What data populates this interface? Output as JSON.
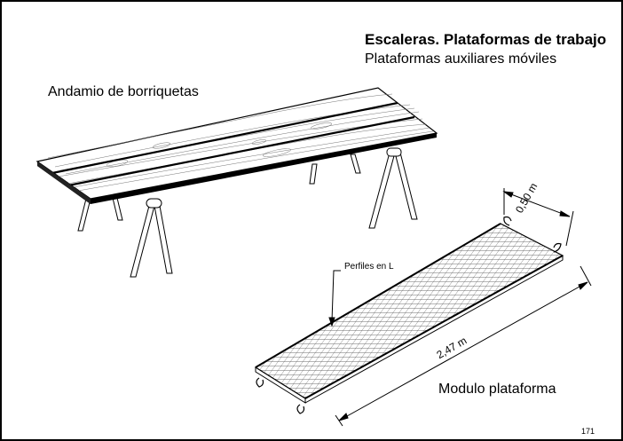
{
  "header": {
    "title": "Escaleras. Plataformas de trabajo",
    "subtitle": "Plataformas auxiliares móviles"
  },
  "labels": {
    "scaffold": "Andamio de borriquetas",
    "platform": "Modulo plataforma",
    "profiles": "Perfiles en L"
  },
  "dimensions": {
    "width": "0,50 m",
    "length": "2,47 m"
  },
  "page_number": "171"
}
